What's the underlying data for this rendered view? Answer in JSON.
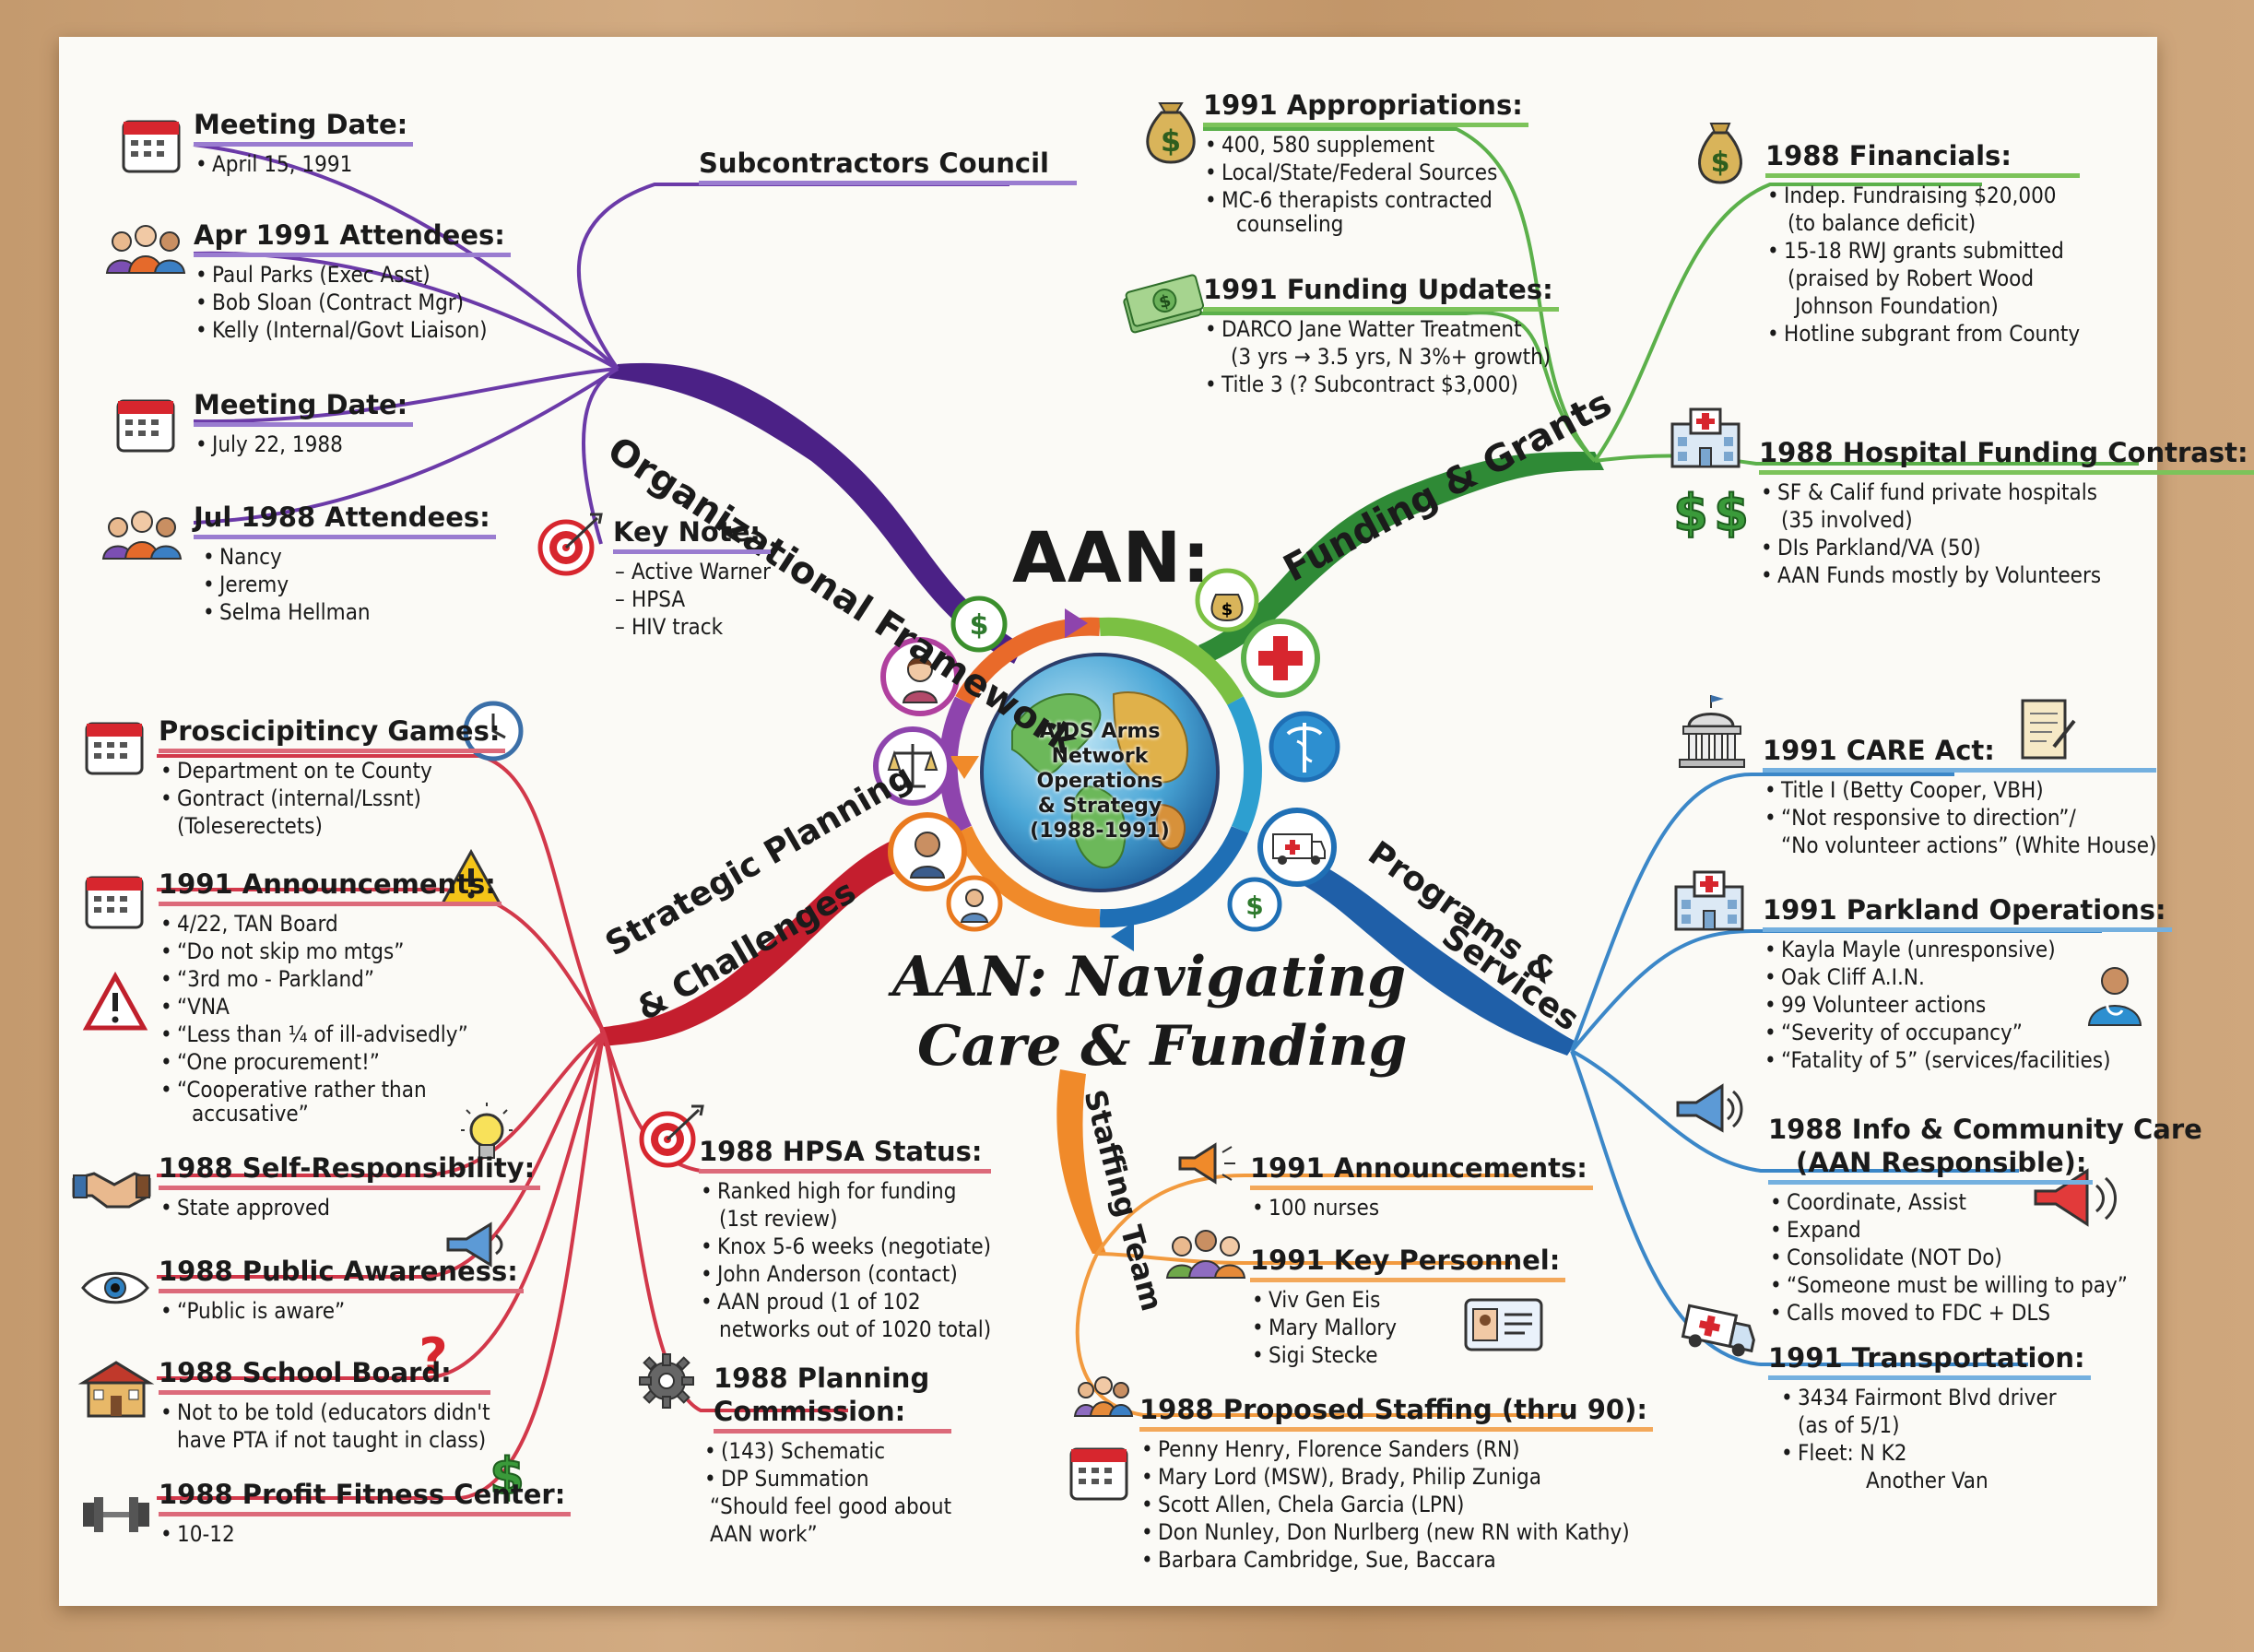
{
  "center": {
    "aan_label": "AAN:",
    "globe_text": [
      "AIDS Arms",
      "Network Operations",
      "& Strategy",
      "(1988-1991)"
    ],
    "title_line1": "AAN: Navigating",
    "title_line2": "Care & Funding"
  },
  "branches": {
    "org": "Organizational Framework",
    "funding": "Funding & Grants",
    "strategic_line1": "Strategic Planning",
    "strategic_line2": "& Challenges",
    "programs_line1": "Programs &",
    "programs_line2": "Services",
    "staffing": "Staffing Team"
  },
  "org": {
    "subcontractors": "Subcontractors Council",
    "meeting1": {
      "title": "Meeting Date:",
      "items": [
        "April 15, 1991"
      ]
    },
    "attendees1991": {
      "title": "Apr 1991 Attendees:",
      "items": [
        "Paul Parks (Exec Asst)",
        "Bob Sloan (Contract Mgr)",
        "Kelly (Internal/Govt Liaison)"
      ]
    },
    "meeting2": {
      "title": "Meeting Date:",
      "items": [
        "July 22, 1988"
      ]
    },
    "attendees1988": {
      "title": "Jul 1988 Attendees:",
      "items": [
        "Nancy",
        "Jeremy",
        "Selma Hellman"
      ]
    },
    "keynote": {
      "title": "Key Note:",
      "items": [
        "Active Warner",
        "HPSA",
        "HIV track"
      ]
    }
  },
  "funding": {
    "appropriations": {
      "title": "1991 Appropriations:",
      "items": [
        "400, 580 supplement",
        "Local/State/Federal Sources",
        "MC-6 therapists contracted",
        "counseling"
      ]
    },
    "updates": {
      "title": "1991 Funding Updates:",
      "items": [
        "DARCO Jane Watter Treatment",
        "(3 yrs → 3.5 yrs, N 3%+ growth)",
        "Title 3 (? Subcontract $3,000)"
      ]
    },
    "financials": {
      "title": "1988 Financials:",
      "items": [
        "Indep. Fundraising $20,000",
        "(to balance deficit)",
        "15-18 RWJ grants submitted",
        "(praised by Robert Wood",
        "Johnson Foundation)",
        "Hotline subgrant from County"
      ]
    },
    "hospital": {
      "title": "1988 Hospital Funding Contrast:",
      "items": [
        "SF & Calif fund private hospitals",
        "(35 involved)",
        "DIs Parkland/VA (50)",
        "AAN Funds mostly by Volunteers"
      ]
    }
  },
  "strategic": {
    "games": {
      "title": "Proscicipitincy Games:",
      "items": [
        "Department on te County",
        "Gontract (internal/Lssnt)",
        "(Toleserectets)"
      ]
    },
    "announce": {
      "title": "1991 Announcements:",
      "items": [
        "4/22, TAN Board",
        "“Do not skip mo mtgs”",
        "“3rd mo - Parkland”",
        "“VNA",
        "“Less than ¼ of ill-advisedly”",
        "“One procurement!”",
        "“Cooperative rather than",
        "accusative”"
      ]
    },
    "selfresp": {
      "title": "1988 Self-Responsibility:",
      "items": [
        "State approved"
      ]
    },
    "public": {
      "title": "1988 Public Awareness:",
      "items": [
        "“Public is aware”"
      ]
    },
    "school": {
      "title": "1988 School Board:",
      "items": [
        "Not to be told (educators didn't",
        "have PTA if not taught in class)"
      ]
    },
    "fitness": {
      "title": "1988 Profit Fitness Center:",
      "items": [
        "10-12"
      ]
    },
    "hpsa": {
      "title": "1988 HPSA Status:",
      "items": [
        "Ranked high for funding",
        "(1st review)",
        "Knox 5-6 weeks (negotiate)",
        "John Anderson (contact)",
        "AAN proud (1 of 102",
        "networks out of 1020 total)"
      ]
    },
    "planning": {
      "title_line1": "1988 Planning",
      "title_line2": "Commission:",
      "items": [
        "(143) Schematic",
        "DP Summation",
        "“Should feel good about",
        "AAN work”"
      ]
    }
  },
  "programs": {
    "care": {
      "title": "1991 CARE Act:",
      "items": [
        "Title I (Betty Cooper, VBH)",
        "“Not responsive to direction”/",
        "“No volunteer actions” (White House)"
      ]
    },
    "parkland": {
      "title": "1991 Parkland Operations:",
      "items": [
        "Kayla Mayle (unresponsive)",
        "Oak Cliff A.I.N.",
        "99 Volunteer actions",
        "“Severity of occupancy”",
        "“Fatality of 5” (services/facilities)"
      ]
    },
    "info": {
      "title_line1": "1988 Info & Community Care",
      "title_line2": "(AAN Responsible):",
      "items": [
        "Coordinate, Assist",
        "Expand",
        "Consolidate (NOT Do)",
        "“Someone must be willing to pay”",
        "Calls moved to FDC + DLS"
      ]
    },
    "transport": {
      "title": "1991 Transportation:",
      "items": [
        "3434 Fairmont Blvd driver",
        "(as of 5/1)",
        "Fleet:  N K2",
        "Another Van"
      ]
    }
  },
  "staffing": {
    "announce": {
      "title": "1991 Announcements:",
      "items": [
        "100 nurses"
      ]
    },
    "personnel": {
      "title": "1991 Key Personnel:",
      "items": [
        "Viv Gen Eis",
        "Mary Mallory",
        "Sigi Stecke"
      ]
    },
    "proposed": {
      "title": "1988 Proposed Staffing (thru 90):",
      "items": [
        "Penny Henry, Florence Sanders (RN)",
        "Mary Lord (MSW), Brady, Philip Zuniga",
        "Scott Allen, Chela Garcia (LPN)",
        "Don Nunley, Don Nurlberg (new RN with Kathy)",
        "Barbara Cambridge, Sue, Baccara"
      ]
    }
  },
  "colors": {
    "purple": "#5a2a8c",
    "green": "#3a8f2c",
    "red": "#c0202c",
    "blue": "#1f6fb5",
    "orange": "#e9791e"
  },
  "icons": [
    "calendar-icon",
    "people-icon",
    "target-icon",
    "money-bag-icon",
    "cash-icon",
    "hospital-icon",
    "dollar-icon",
    "clock-icon",
    "warning-icon",
    "handshake-icon",
    "lightbulb-icon",
    "eye-icon",
    "megaphone-icon",
    "school-icon",
    "question-icon",
    "dumbbell-icon",
    "gear-icon",
    "capitol-icon",
    "scroll-icon",
    "doctor-icon",
    "ambulance-icon",
    "id-badge-icon",
    "globe-icon",
    "scales-icon",
    "medical-cross-icon"
  ]
}
